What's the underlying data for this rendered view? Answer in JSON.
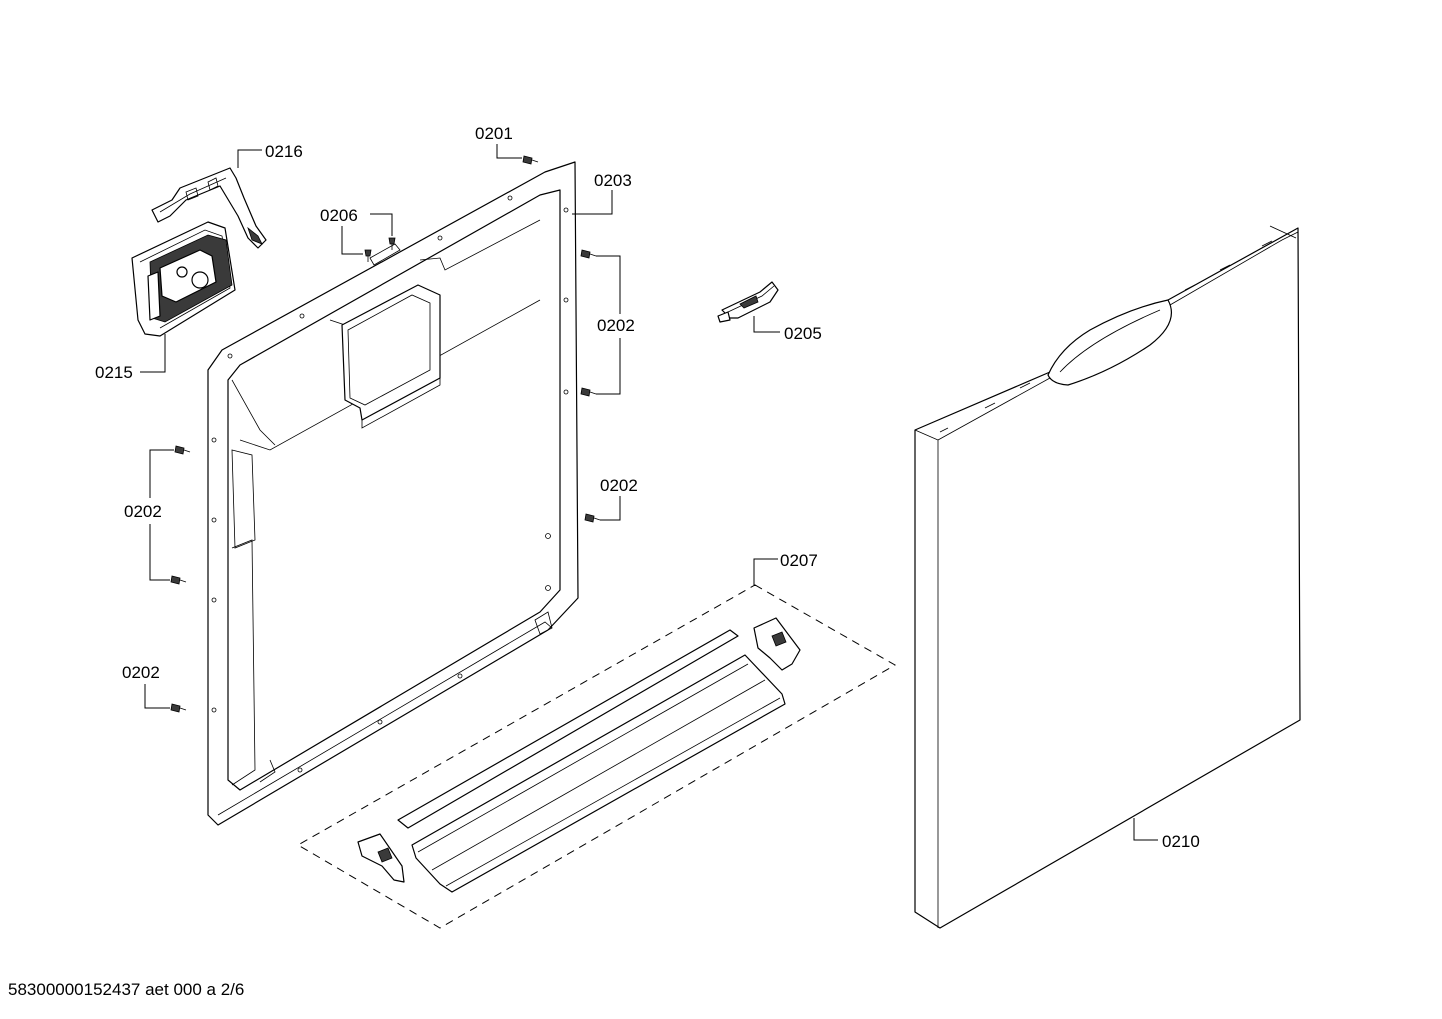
{
  "document_id": "58300000152437 aet 000 a 2/6",
  "callouts": {
    "c0201": "0201",
    "c0203": "0203",
    "c0206": "0206",
    "c0216": "0216",
    "c0215": "0215",
    "c0202_right_top": "0202",
    "c0202_right_mid": "0202",
    "c0202_left_mid": "0202",
    "c0202_left_bottom": "0202",
    "c0205": "0205",
    "c0207": "0207",
    "c0210": "0210"
  }
}
